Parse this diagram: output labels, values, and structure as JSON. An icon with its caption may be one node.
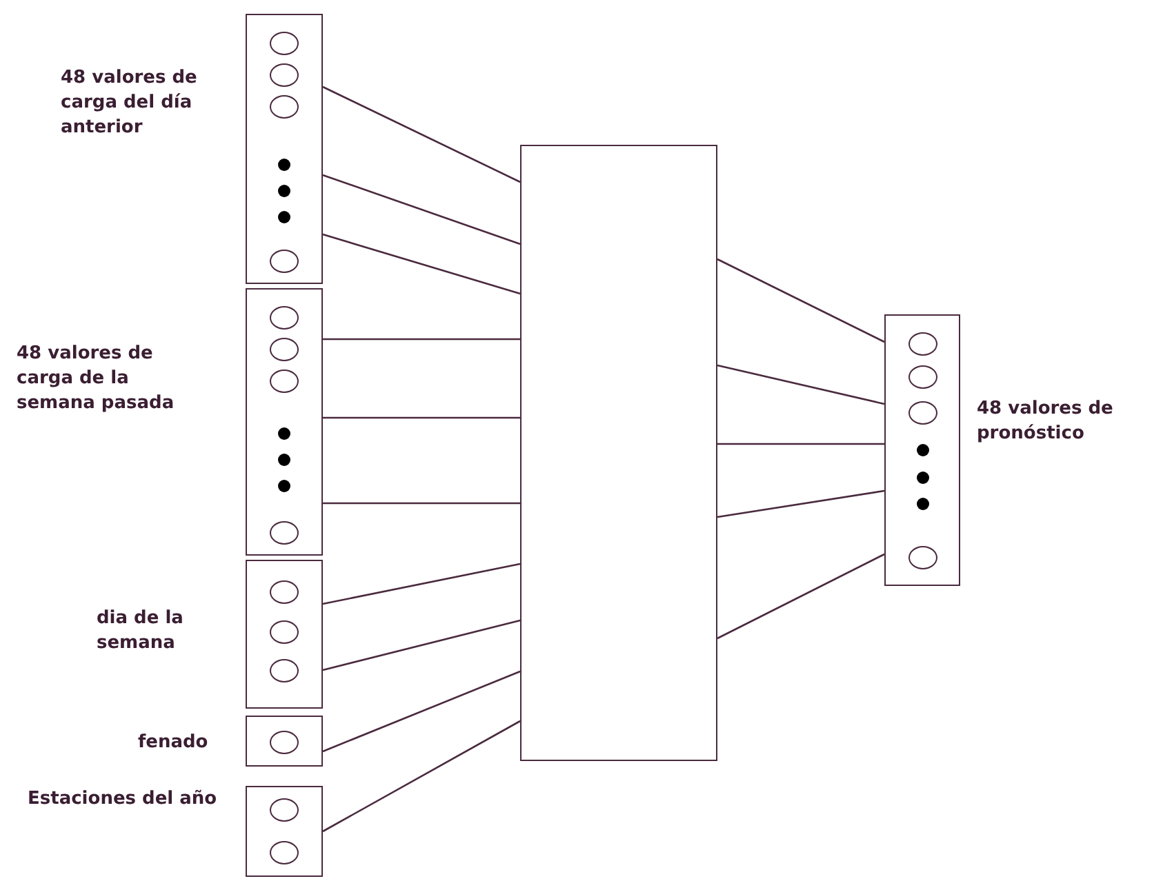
{
  "diagram": {
    "nodes": [
      {
        "text": [
          "48 valores de carga del día anterior"
        ]
      },
      {
        "text": [
          "48 valores de carga de la semana pasada"
        ]
      },
      {
        "text": [
          "dia de la semana"
        ]
      },
      {
        "text": [
          "fenado"
        ]
      },
      {
        "text": [
          "Estaciones del año"
        ]
      },
      {
        "text": [],
        "shape": "box"
      },
      {
        "text": [
          "48 valores de pronóstico"
        ]
      }
    ],
    "edges": [
      {
        "from": 0,
        "to": 5,
        "arrow": "none"
      },
      {
        "from": 0,
        "to": 5,
        "arrow": "none"
      },
      {
        "from": 0,
        "to": 5,
        "arrow": "none"
      },
      {
        "from": 1,
        "to": 5,
        "arrow": "none"
      },
      {
        "from": 1,
        "to": 5,
        "arrow": "none"
      },
      {
        "from": 1,
        "to": 5,
        "arrow": "none"
      },
      {
        "from": 2,
        "to": 5,
        "arrow": "none"
      },
      {
        "from": 2,
        "to": 5,
        "arrow": "none"
      },
      {
        "from": 3,
        "to": 5,
        "arrow": "none"
      },
      {
        "from": 4,
        "to": 5,
        "arrow": "none"
      },
      {
        "from": 5,
        "to": 6,
        "arrow": "none"
      },
      {
        "from": 5,
        "to": 6,
        "arrow": "none"
      },
      {
        "from": 5,
        "to": 6,
        "arrow": "none"
      },
      {
        "from": 5,
        "to": 6,
        "arrow": "none"
      },
      {
        "from": 5,
        "to": 6,
        "arrow": "none"
      }
    ]
  }
}
